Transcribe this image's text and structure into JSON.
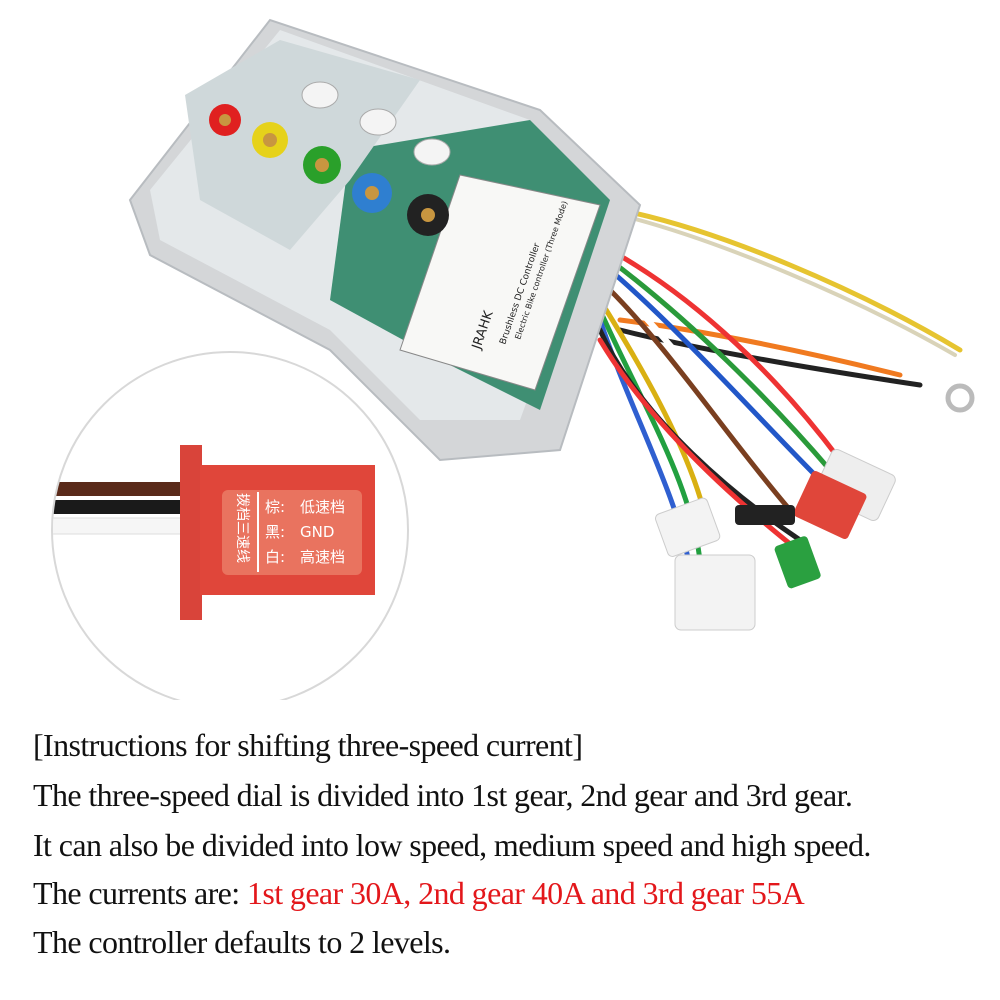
{
  "connector_label": {
    "side": "拨档三速线",
    "rows": [
      {
        "color": "棕:",
        "value": "低速档"
      },
      {
        "color": "黑:",
        "value": "GND"
      },
      {
        "color": "白:",
        "value": "高速档"
      }
    ]
  },
  "controller_label": {
    "brand": "JRAHK",
    "title": "Electric Bike controller (Three Mode)",
    "subtitle": "Brushless DC Controller"
  },
  "instructions": {
    "heading": "[Instructions for shifting three-speed current]",
    "line1": "The three-speed dial is divided into 1st gear, 2nd gear and 3rd gear.",
    "line2": "It can also be divided into low speed, medium speed and high speed.",
    "line3_prefix": "The currents are: ",
    "line3_highlight": "1st gear 30A, 2nd gear 40A and 3rd gear 55A",
    "line4": "The controller defaults to 2 levels."
  },
  "colors": {
    "highlight": "#e3171b",
    "connector": "#e0463a",
    "pcb": "#3f8f73"
  }
}
